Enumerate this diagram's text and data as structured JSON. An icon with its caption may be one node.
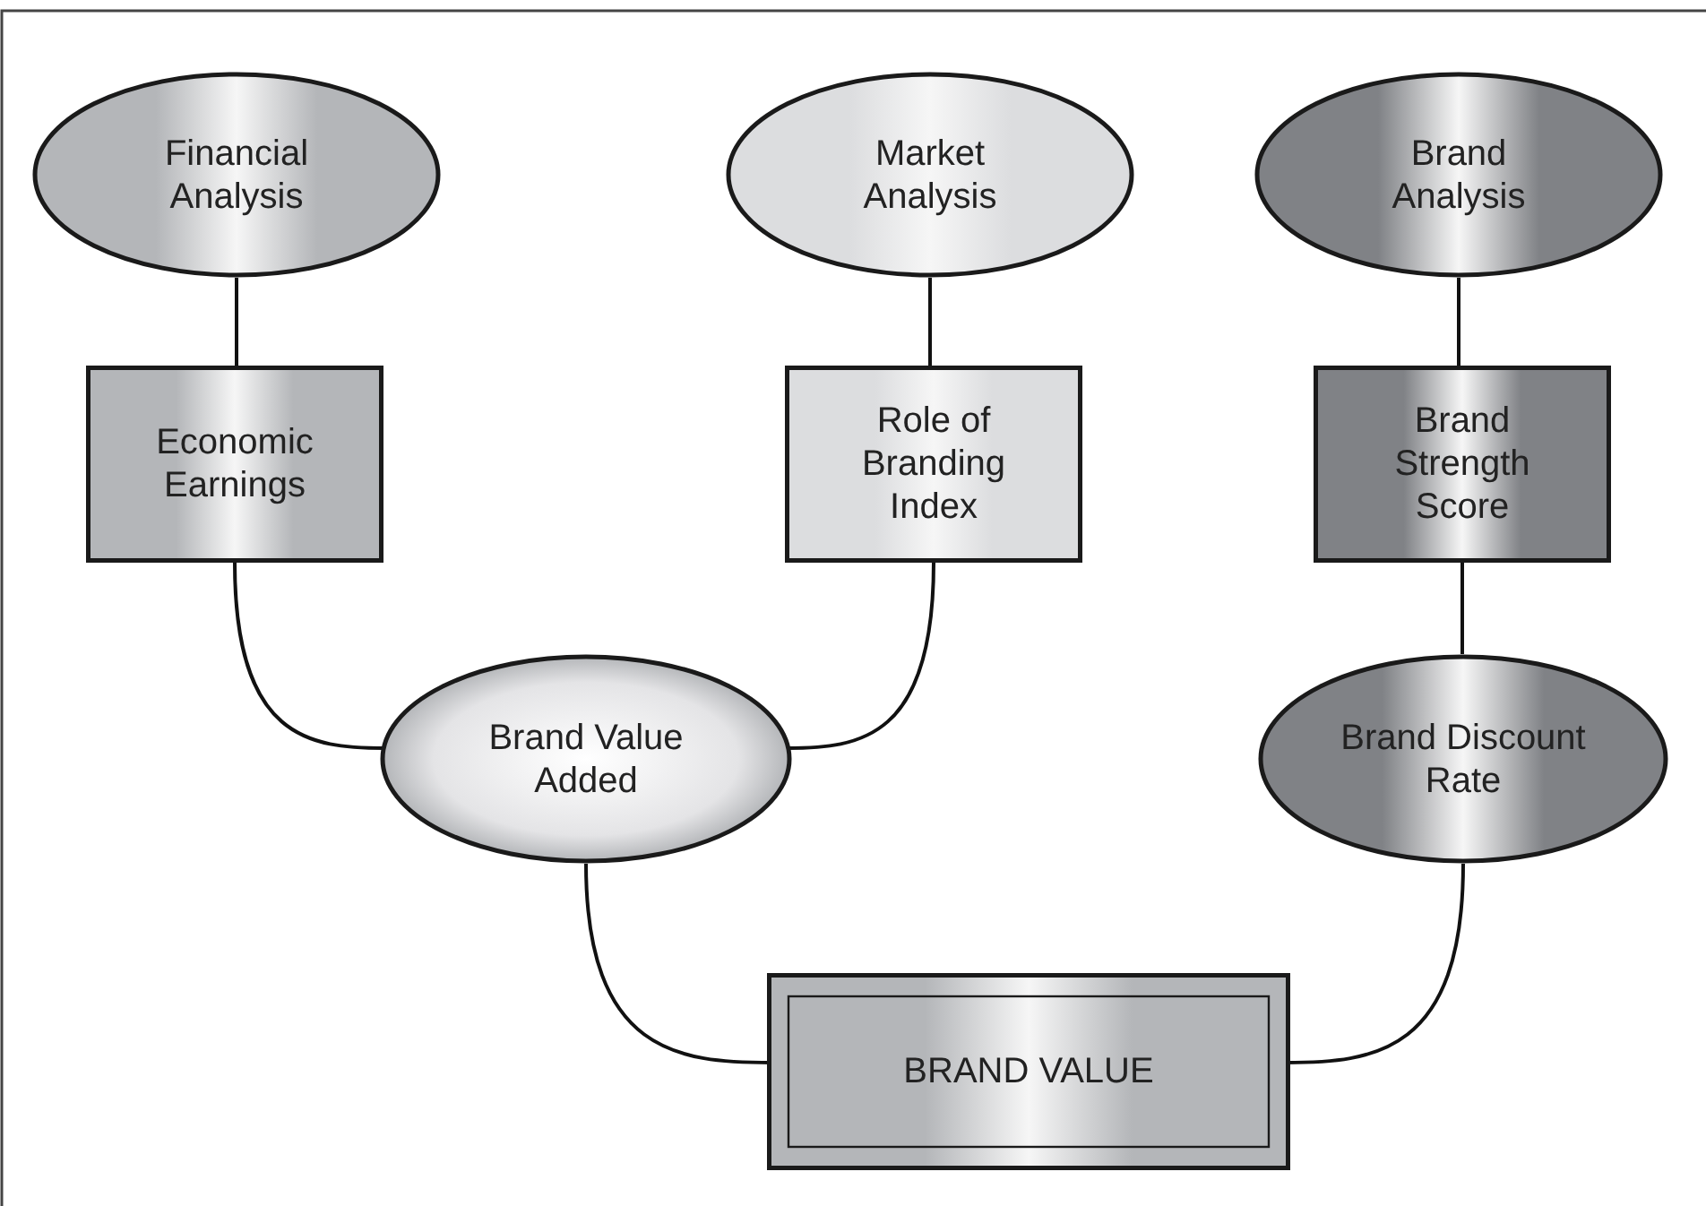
{
  "diagram": {
    "nodes": [
      {
        "text": [
          "Financial Analysis"
        ]
      },
      {
        "text": [
          "Market Analysis"
        ]
      },
      {
        "text": [
          "Brand Analysis"
        ]
      },
      {
        "text": [
          "Economic Earnings"
        ]
      },
      {
        "text": [
          "Role of Branding Index"
        ]
      },
      {
        "text": [
          "Brand Strength Score"
        ]
      },
      {
        "text": [
          "Brand Value Added"
        ]
      },
      {
        "text": [
          "Brand Discount Rate"
        ]
      },
      {
        "text": [
          "BRAND VALUE"
        ]
      }
    ],
    "edges": [
      {
        "from": 0,
        "to": 3,
        "arrow": "none"
      },
      {
        "from": 1,
        "to": 4,
        "arrow": "none"
      },
      {
        "from": 2,
        "to": 5,
        "arrow": "none"
      },
      {
        "from": 3,
        "to": 6,
        "arrow": "none"
      },
      {
        "from": 4,
        "to": 6,
        "arrow": "none"
      },
      {
        "from": 5,
        "to": 7,
        "arrow": "none"
      },
      {
        "from": 6,
        "to": 8,
        "arrow": "none"
      },
      {
        "from": 7,
        "to": 8,
        "arrow": "none"
      }
    ]
  }
}
